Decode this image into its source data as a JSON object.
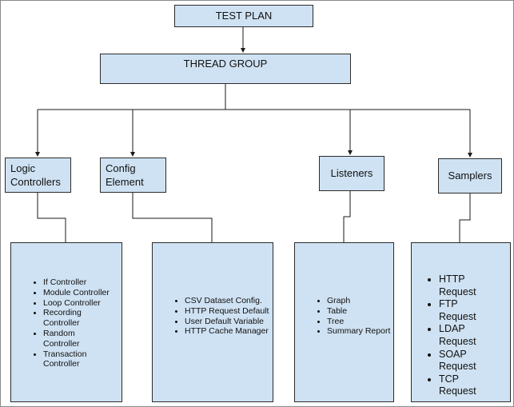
{
  "nodes": {
    "test_plan": "TEST PLAN",
    "thread_group": "THREAD GROUP",
    "logic_controllers": [
      "Logic",
      "Controllers"
    ],
    "config_element": [
      "Config",
      "Element"
    ],
    "listeners": "Listeners",
    "samplers": "Samplers"
  },
  "lists": {
    "logic_controllers": [
      "If Controller",
      "Module Controller",
      "Loop Controller",
      "Recording Controller",
      "Random Controller",
      "Transaction Controller"
    ],
    "config_element": [
      "CSV Dataset Config.",
      "HTTP Request Default",
      "User Default Variable",
      "HTTP Cache Manager"
    ],
    "listeners": [
      "Graph",
      "Table",
      "Tree",
      "Summary Report"
    ],
    "samplers": [
      "HTTP Request",
      "FTP Request",
      "LDAP Request",
      "SOAP Request",
      "TCP Request"
    ]
  },
  "colors": {
    "box_fill": "#cfe2f3",
    "box_border": "#2b2b2b",
    "connector": "#1a1a1a"
  }
}
